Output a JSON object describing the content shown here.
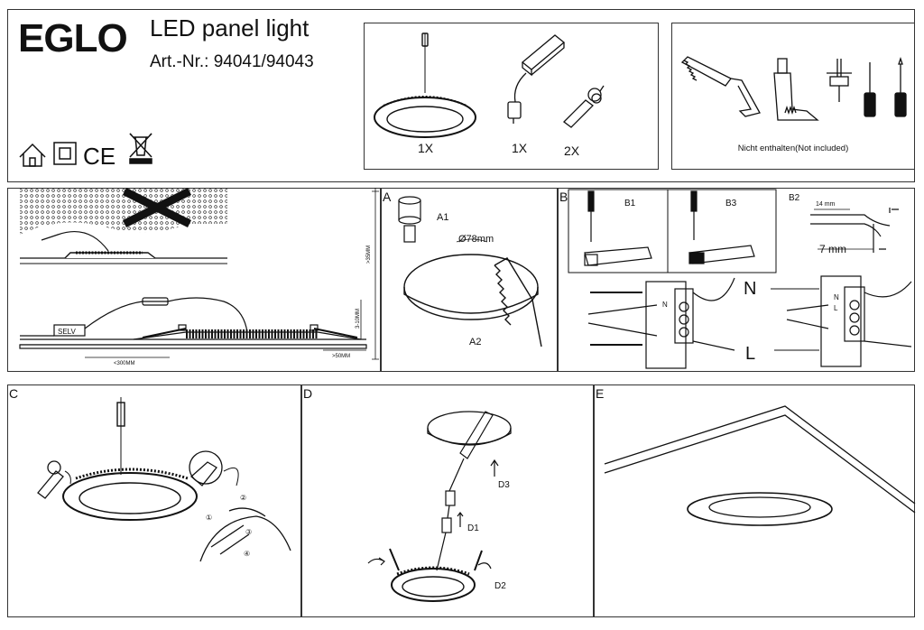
{
  "header": {
    "brand": "EGLO",
    "product_title": "LED panel light",
    "article_numbers": "Art.-Nr.: 94041/94043",
    "symbols": [
      "house-icon",
      "class-ii-icon",
      "ce-mark-icon",
      "weee-bin-icon"
    ],
    "ce_text": "CE"
  },
  "contents": {
    "quantities": [
      "1X",
      "1X",
      "2X"
    ]
  },
  "tools": {
    "note": "Nicht enthalten(Not included)"
  },
  "install": {
    "selv_label": "SELV",
    "dim_cable": "<300MM",
    "dim_edge": ">50MM",
    "dim_depth_total": ">35MM",
    "dim_ceiling": "3-10MM"
  },
  "panel_a": {
    "label": "A",
    "step1": "A1",
    "step2": "A2",
    "diameter": "Ø78mm"
  },
  "panel_b": {
    "label": "B",
    "step1": "B1",
    "step3": "B3",
    "step2": "B2",
    "strip_14": "14 mm",
    "strip_7": "7 mm",
    "neutral": "N",
    "live": "L",
    "terminal_n": "N",
    "terminal_l": "L"
  },
  "panel_c": {
    "label": "C",
    "marks": [
      "①",
      "②",
      "③",
      "④"
    ]
  },
  "panel_d": {
    "label": "D",
    "step1": "D1",
    "step2": "D2",
    "step3": "D3"
  },
  "panel_e": {
    "label": "E"
  }
}
